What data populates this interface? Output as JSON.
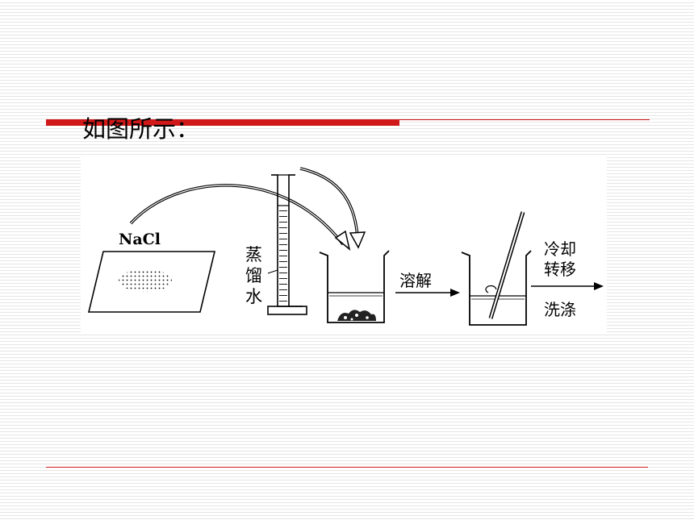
{
  "slide": {
    "title": "如图所示："
  },
  "diagram": {
    "salt_label": "NaCl",
    "water_label": [
      "蒸",
      "馏",
      "水"
    ],
    "step_dissolve": "溶解",
    "step_cool": [
      "冷却",
      "转移"
    ],
    "step_wash": "洗涤"
  }
}
